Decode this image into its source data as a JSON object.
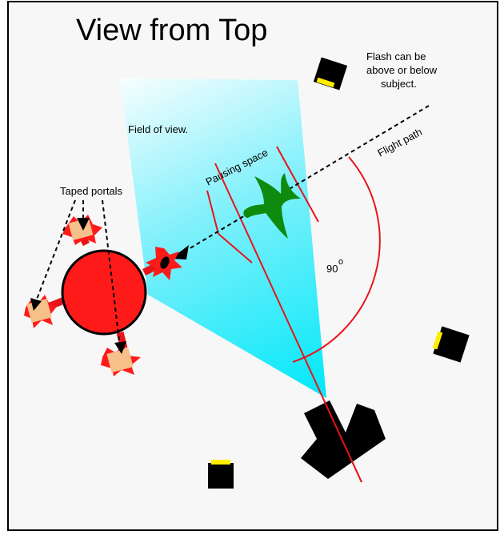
{
  "diagram": {
    "title": "View from Top",
    "labels": {
      "field_of_view": "Field of view.",
      "flash_note_line1": "Flash can be",
      "flash_note_line2": "above or below",
      "flash_note_line3": "subject.",
      "flight_path": "Flight path",
      "pausing_space": "Pausing space",
      "taped_portals": "Taped portals",
      "angle_value": "90",
      "angle_unit": "o"
    },
    "colors": {
      "background": "#f7f7f7",
      "frame": "#000000",
      "field_of_view_tip": "#00f0ff",
      "feeder": "#ff1a1a",
      "portal_pad": "#f5c08a",
      "portal_burst": "#ff1a1a",
      "bird": "#0e8a0e",
      "red_lines": "#e8141a",
      "flash_body": "#000000",
      "flash_face": "#ffee00"
    }
  }
}
